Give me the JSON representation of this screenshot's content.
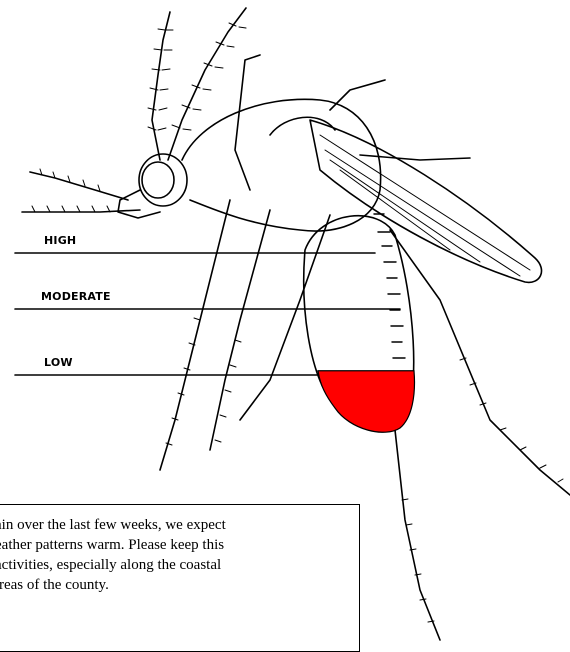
{
  "gauge": {
    "levels": [
      {
        "label": "HIGH"
      },
      {
        "label": "MODERATE"
      },
      {
        "label": "LOW"
      }
    ],
    "current_level": "LOW",
    "fill_fraction": 0.22,
    "fill_color": "#ff0000"
  },
  "notice": {
    "lines": [
      "ain over the last few weeks, we expect",
      "eather patterns warm.  Please keep this",
      "activities, especially along the coastal",
      "reas of the county."
    ]
  }
}
